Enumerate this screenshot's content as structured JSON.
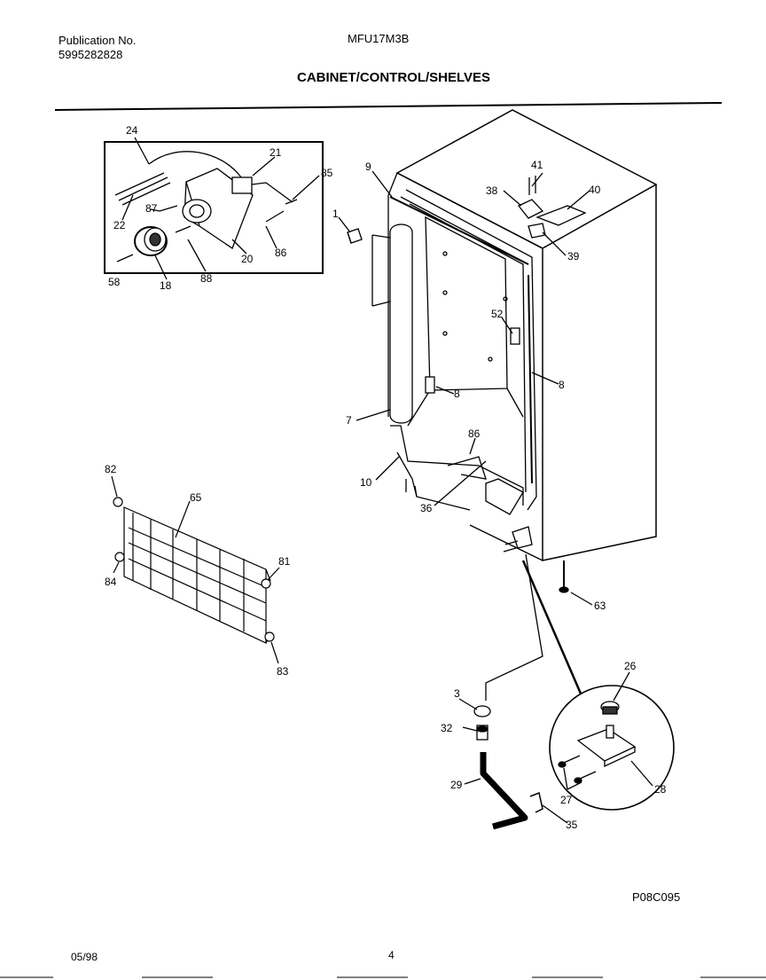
{
  "header": {
    "publication_label": "Publication No.",
    "publication_number": "5995282828",
    "model": "MFU17M3B",
    "title": "CABINET/CONTROL/SHELVES"
  },
  "footer": {
    "date": "05/98",
    "page": "4",
    "drawing_code": "P08C095"
  },
  "callouts": {
    "c24": "24",
    "c21": "21",
    "c85": "85",
    "c22": "22",
    "c87": "87",
    "c20": "20",
    "c86a": "86",
    "c58": "58",
    "c18": "18",
    "c88": "88",
    "c9": "9",
    "c1": "1",
    "c41": "41",
    "c38": "38",
    "c40": "40",
    "c39": "39",
    "c52": "52",
    "c8a": "8",
    "c8b": "8",
    "c7": "7",
    "c86b": "86",
    "c10": "10",
    "c36": "36",
    "c82": "82",
    "c65": "65",
    "c81": "81",
    "c84": "84",
    "c83a": "83",
    "c63": "63",
    "c26": "26",
    "c3": "3",
    "c32": "32",
    "c29": "29",
    "c27": "27",
    "c28": "28",
    "c35": "35"
  }
}
